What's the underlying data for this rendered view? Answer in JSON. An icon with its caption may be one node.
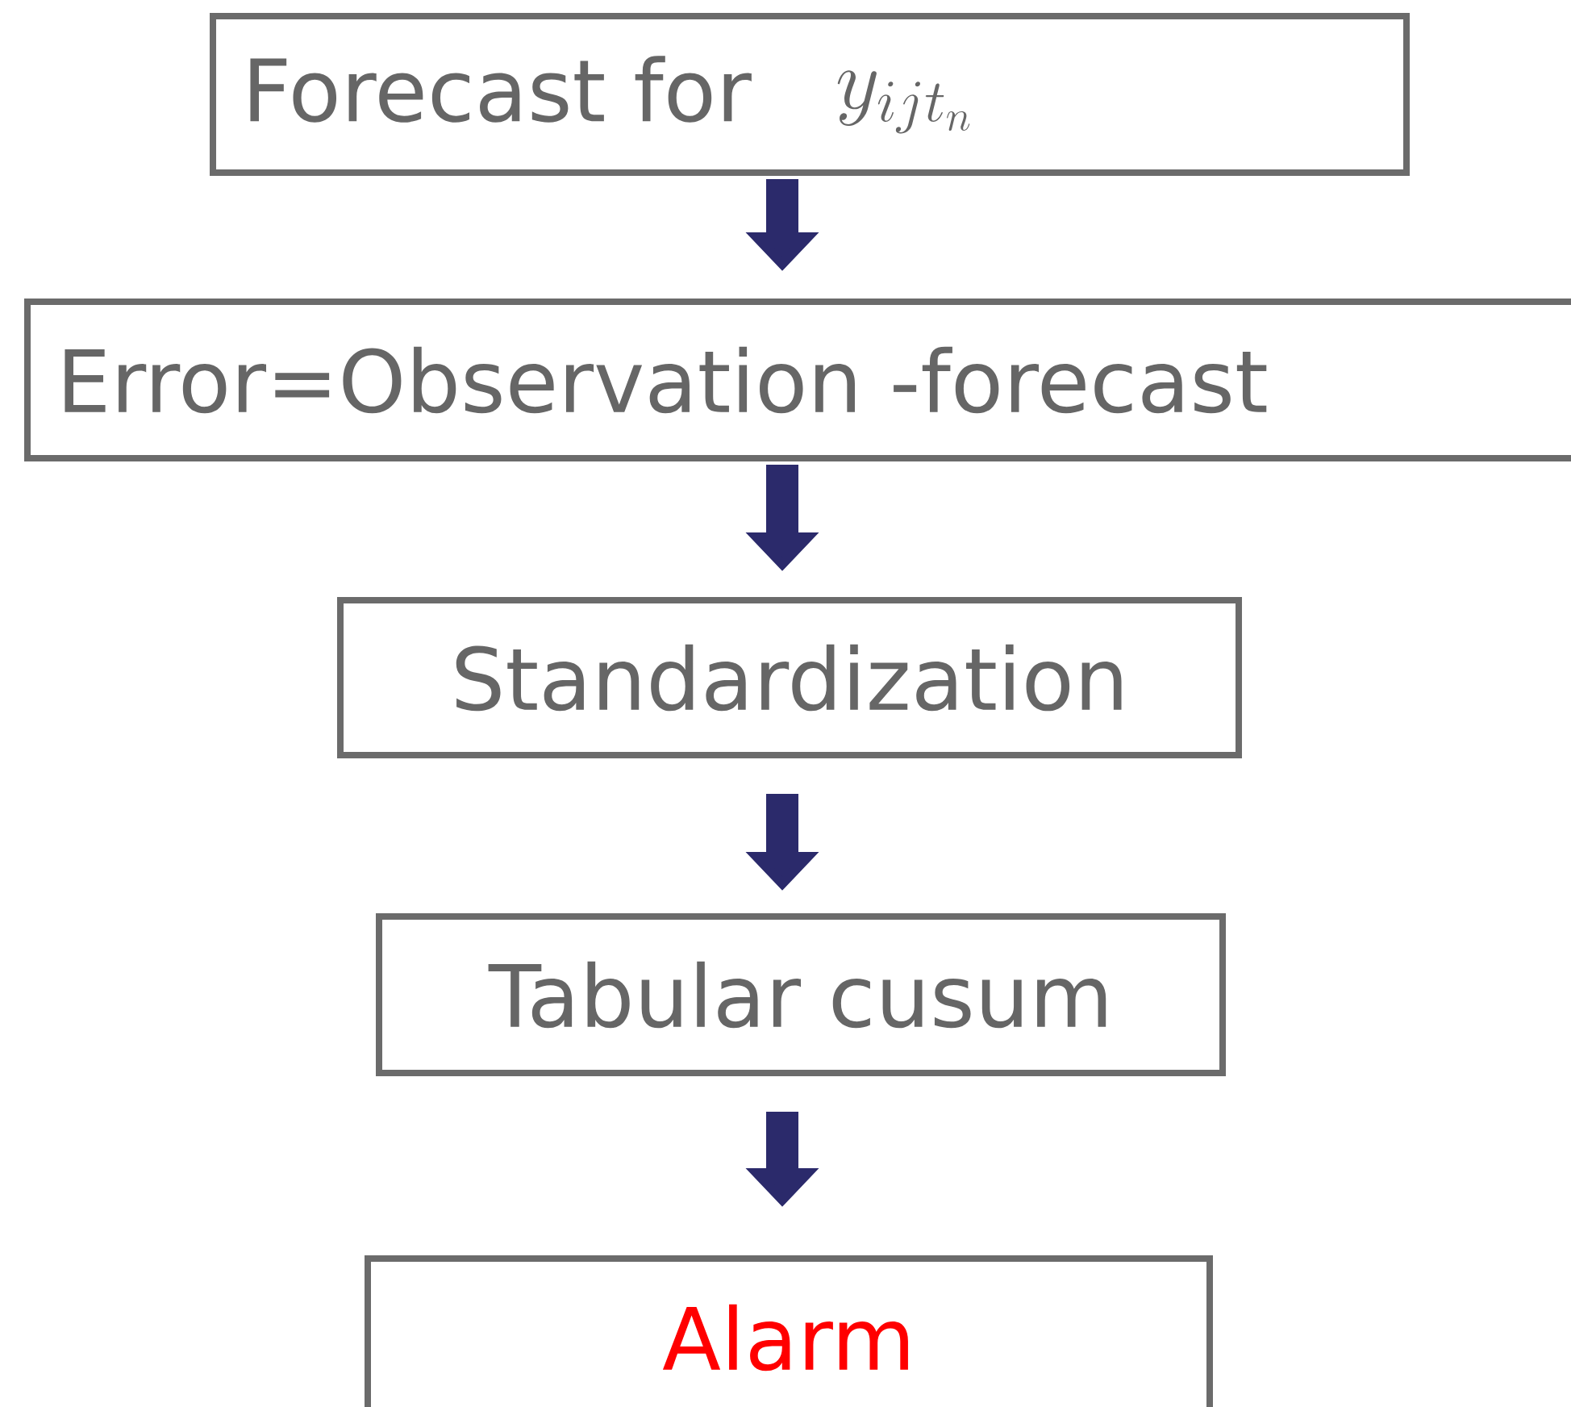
{
  "diagram": {
    "nodes": [
      {
        "text": [
          "Forecast for",
          "y_{ijt_n}"
        ]
      },
      {
        "text": [
          "Error=Observation -forecast"
        ]
      },
      {
        "text": [
          "Standardization"
        ]
      },
      {
        "text": [
          "Tabular cusum"
        ]
      },
      {
        "text": [
          "Alarm"
        ]
      }
    ],
    "edges": [
      {
        "from": 0,
        "to": 1,
        "arrow": "to"
      },
      {
        "from": 1,
        "to": 2,
        "arrow": "to"
      },
      {
        "from": 2,
        "to": 3,
        "arrow": "to"
      },
      {
        "from": 3,
        "to": 4,
        "arrow": "to"
      }
    ]
  }
}
